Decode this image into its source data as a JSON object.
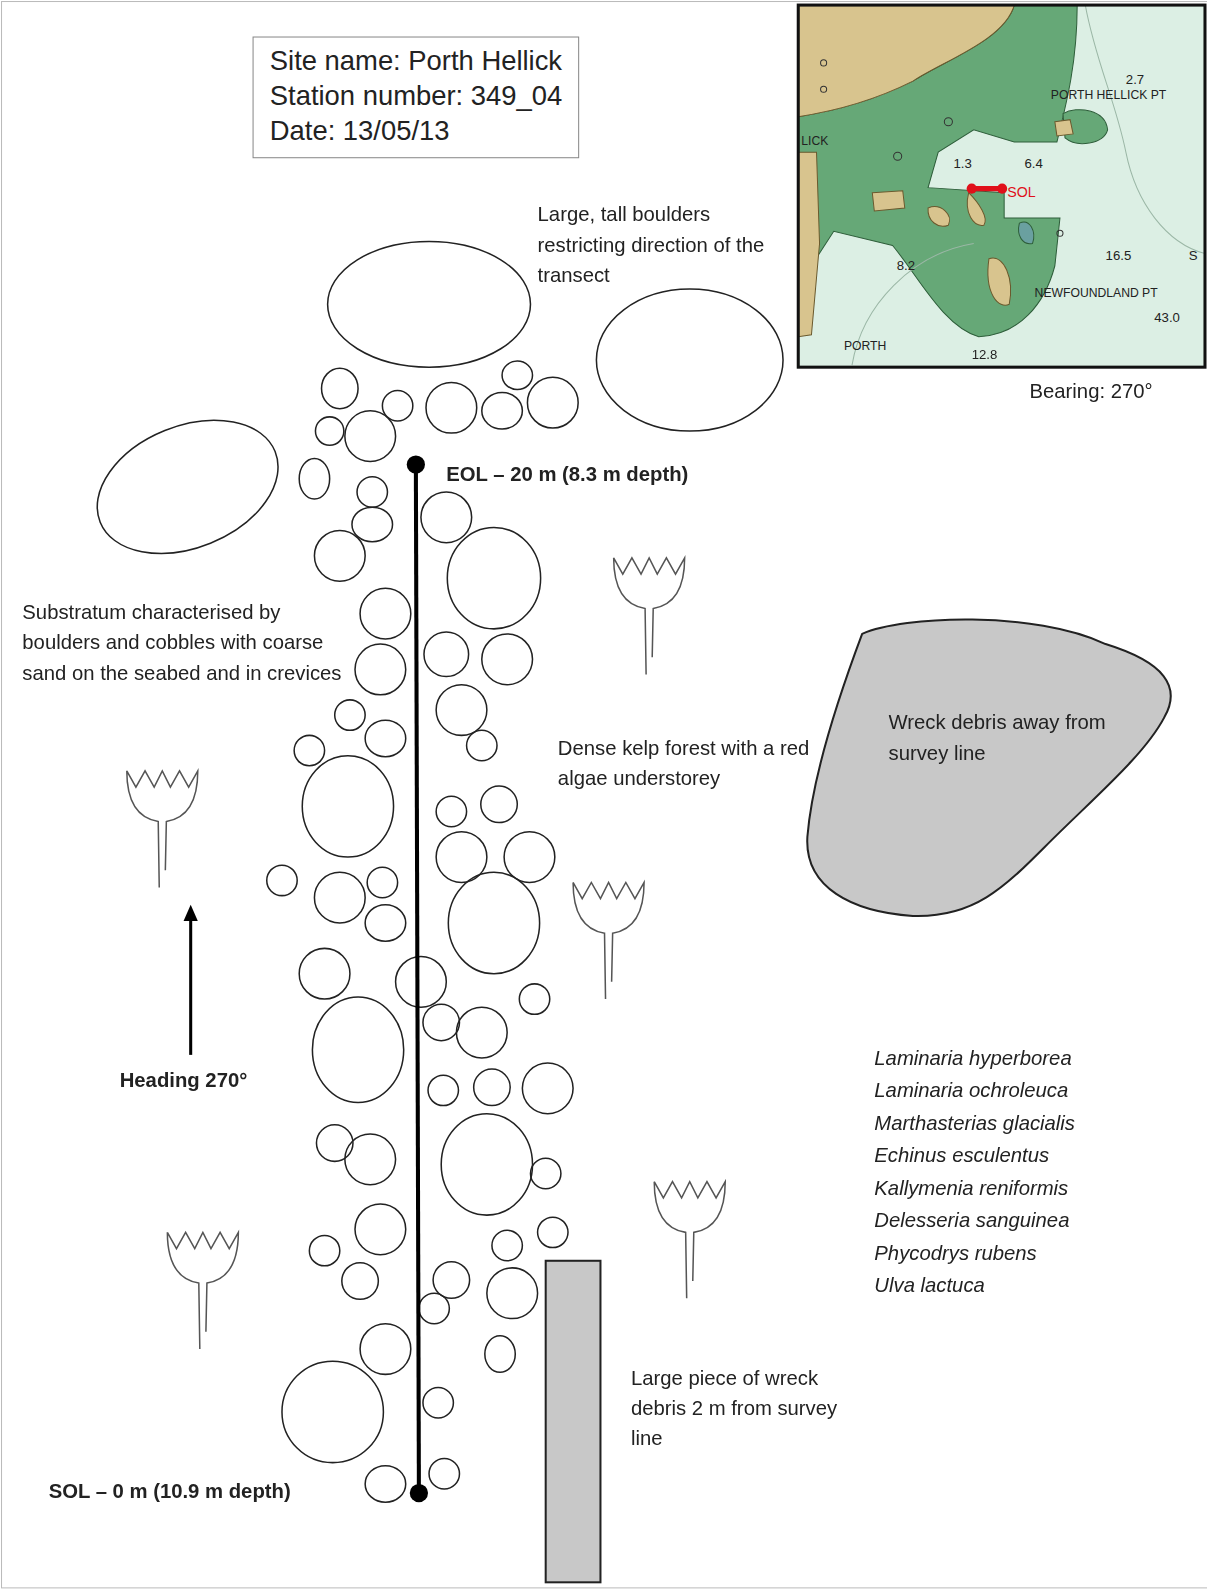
{
  "diagram": {
    "nodes": [
      {
        "text": [
          "Site name: Porth Hellick",
          "Station number: 349_04",
          "Date: 13/05/13"
        ]
      },
      {
        "text": [
          "Wreck debris away from survey line"
        ]
      }
    ],
    "labels": [
      "Large, tall boulders restricting direction of the transect",
      "EOL – 20 m (8.3 m depth)",
      "Substratum characterised by boulders and cobbles with coarse sand on the seabed and in crevices",
      "Dense kelp forest with a red algae understorey",
      "Heading 270°",
      "Laminaria hyperborea",
      "Laminaria ochroleuca",
      "Marthasterias glacialis",
      "Echinus esculentus",
      "Kallymenia reniformis",
      "Delesseria sanguinea",
      "Phycodrys rubens",
      "Ulva lactuca",
      "Large piece of wreck debris 2 m from survey line",
      "SOL – 0 m (10.9 m depth)",
      "Bearing: 270°",
      "2.7",
      "PORTH HELLICK PT",
      "LICK",
      "1.3",
      "6.4",
      "SOL",
      "16.5",
      "S",
      "8.2",
      "NEWFOUNDLAND PT",
      "43.0",
      "PORTH",
      "12.8"
    ]
  }
}
